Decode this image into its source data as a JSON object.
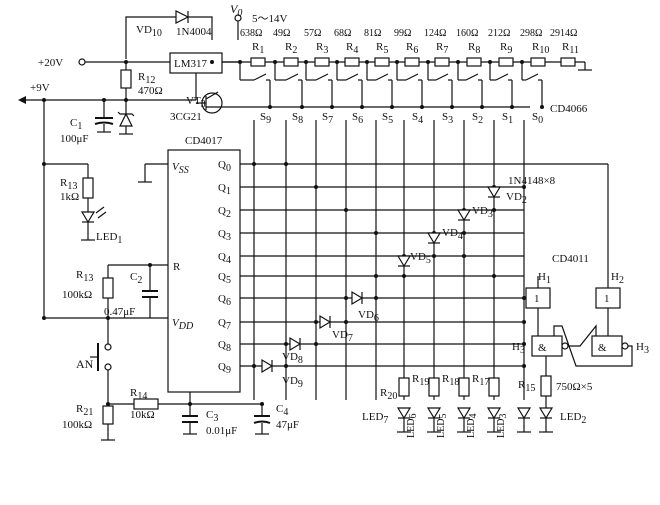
{
  "labels": {
    "v0": "V",
    "v0_sub": "0",
    "v0_range": "5～14V",
    "vd10": "VD",
    "vd10_sub": "10",
    "vd10_part": "1N4004",
    "plus20v": "+20V",
    "lm317": "LM317",
    "r12": "R",
    "r12_sub": "12",
    "r12_val": "470Ω",
    "plus9v": "+9V",
    "c1": "C",
    "c1_sub": "1",
    "c1_val": "100μF",
    "vt3": "VT",
    "vt3_sub": "3",
    "vt3_part": "3CG21",
    "cd4066": "CD4066",
    "cd4017": "CD4017",
    "vss": "V",
    "vss_sub": "SS",
    "vdd": "V",
    "vdd_sub": "DD",
    "pin_r": "R",
    "r13a": "R",
    "r13a_sub": "13",
    "r13a_val": "1kΩ",
    "led1": "LED",
    "led1_sub": "1",
    "r13b": "R",
    "r13b_sub": "13",
    "r13b_val": "100kΩ",
    "c2": "C",
    "c2_sub": "2",
    "c2_val": "0.47μF",
    "an": "AN",
    "r21": "R",
    "r21_sub": "21",
    "r21_val": "100kΩ",
    "r14": "R",
    "r14_sub": "14",
    "r14_val": "10kΩ",
    "c3": "C",
    "c3_sub": "3",
    "c3_val": "0.01μF",
    "c4": "C",
    "c4_sub": "4",
    "c4_val": "47μF",
    "diode_part": "1N4148×8",
    "cd4011": "CD4011",
    "h1": "H",
    "h1_sub": "1",
    "h2": "H",
    "h2_sub": "2",
    "h3": "H",
    "h3_sub": "3",
    "gate_sym": "&",
    "inv_sym": "1",
    "r15": "R",
    "r15_sub": "15",
    "r15_val": "750Ω×5",
    "led2": "LED",
    "led2_sub": "2",
    "r20": "R",
    "r20_sub": "20",
    "r19": "R",
    "r19_sub": "19",
    "r18": "R",
    "r18_sub": "18",
    "r17": "R",
    "r17_sub": "17",
    "led7": "LED",
    "led7_sub": "7",
    "led6": "LED",
    "led6_sub": "6",
    "led5": "LED",
    "led5_sub": "5",
    "led4": "LED",
    "led4_sub": "4",
    "led3": "LED",
    "led3_sub": "3"
  },
  "chain_resistors": [
    {
      "ref": "R",
      "sub": "1",
      "value": "638Ω"
    },
    {
      "ref": "R",
      "sub": "2",
      "value": "49Ω"
    },
    {
      "ref": "R",
      "sub": "3",
      "value": "57Ω"
    },
    {
      "ref": "R",
      "sub": "4",
      "value": "68Ω"
    },
    {
      "ref": "R",
      "sub": "5",
      "value": "81Ω"
    },
    {
      "ref": "R",
      "sub": "6",
      "value": "99Ω"
    },
    {
      "ref": "R",
      "sub": "7",
      "value": "124Ω"
    },
    {
      "ref": "R",
      "sub": "8",
      "value": "160Ω"
    },
    {
      "ref": "R",
      "sub": "9",
      "value": "212Ω"
    },
    {
      "ref": "R",
      "sub": "10",
      "value": "298Ω"
    },
    {
      "ref": "R",
      "sub": "11",
      "value": "2914Ω"
    }
  ],
  "switches": [
    {
      "ref": "S",
      "sub": "9"
    },
    {
      "ref": "S",
      "sub": "8"
    },
    {
      "ref": "S",
      "sub": "7"
    },
    {
      "ref": "S",
      "sub": "6"
    },
    {
      "ref": "S",
      "sub": "5"
    },
    {
      "ref": "S",
      "sub": "4"
    },
    {
      "ref": "S",
      "sub": "3"
    },
    {
      "ref": "S",
      "sub": "2"
    },
    {
      "ref": "S",
      "sub": "1"
    },
    {
      "ref": "S",
      "sub": "0"
    }
  ],
  "outputs": [
    {
      "ref": "Q",
      "sub": "0"
    },
    {
      "ref": "Q",
      "sub": "1"
    },
    {
      "ref": "Q",
      "sub": "2"
    },
    {
      "ref": "Q",
      "sub": "3"
    },
    {
      "ref": "Q",
      "sub": "4"
    },
    {
      "ref": "Q",
      "sub": "5"
    },
    {
      "ref": "Q",
      "sub": "6"
    },
    {
      "ref": "Q",
      "sub": "7"
    },
    {
      "ref": "Q",
      "sub": "8"
    },
    {
      "ref": "Q",
      "sub": "9"
    }
  ],
  "diodes": [
    {
      "ref": "VD",
      "sub": "2"
    },
    {
      "ref": "VD",
      "sub": "3"
    },
    {
      "ref": "VD",
      "sub": "4"
    },
    {
      "ref": "VD",
      "sub": "5"
    },
    {
      "ref": "VD",
      "sub": "6"
    },
    {
      "ref": "VD",
      "sub": "7"
    },
    {
      "ref": "VD",
      "sub": "8"
    },
    {
      "ref": "VD",
      "sub": "9"
    }
  ]
}
